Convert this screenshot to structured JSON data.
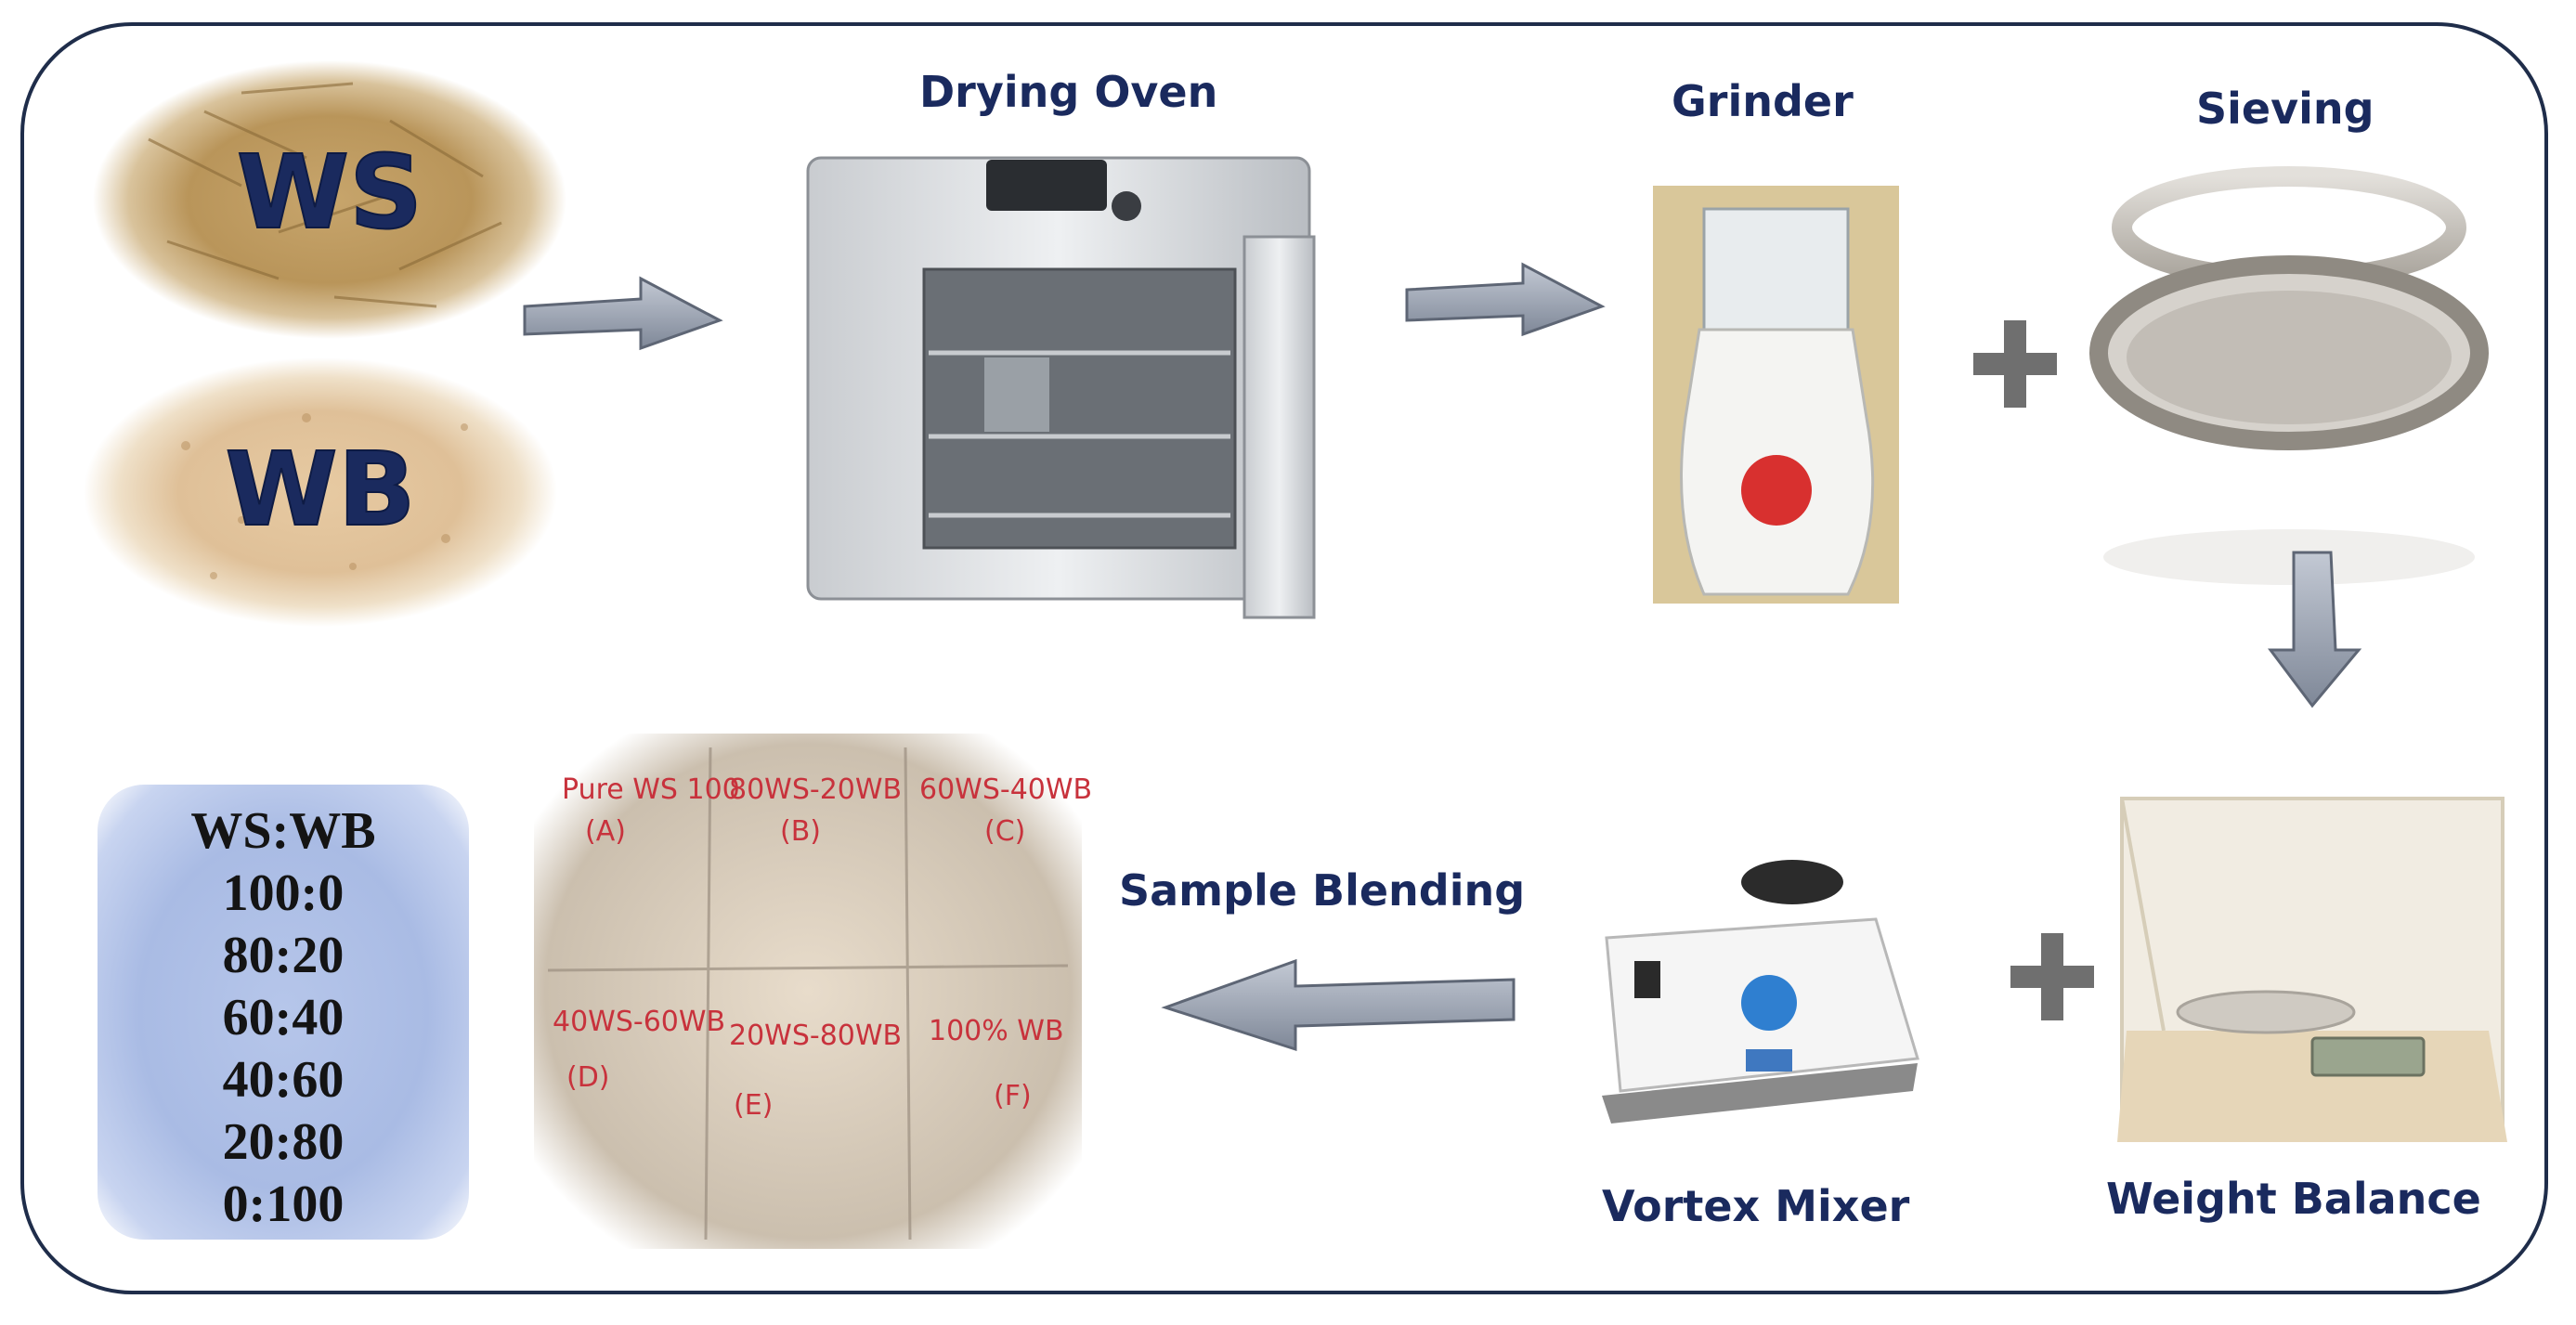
{
  "inputs": {
    "ws": "WS",
    "wb": "WB"
  },
  "steps": {
    "drying_oven": "Drying Oven",
    "grinder": "Grinder",
    "sieving": "Sieving",
    "weight_balance": "Weight Balance",
    "vortex_mixer": "Vortex Mixer",
    "sample_blending": "Sample Blending"
  },
  "ratios": {
    "header": "WS:WB",
    "values": [
      "100:0",
      "80:20",
      "60:40",
      "40:60",
      "20:80",
      "0:100"
    ]
  },
  "bags": [
    {
      "text": "Pure WS 100",
      "letter": "(A)"
    },
    {
      "text": "80WS-20WB",
      "letter": "(B)"
    },
    {
      "text": "60WS-40WB",
      "letter": "(C)"
    },
    {
      "text": "40WS-60WB",
      "letter": "(D)"
    },
    {
      "text": "20WS-80WB",
      "letter": "(E)"
    },
    {
      "text": "100% WB",
      "letter": "(F)"
    }
  ],
  "colors": {
    "title_navy": "#1a2a5e",
    "frame": "#1f2d4a",
    "ratio_box": "#a9bbe4",
    "plus": "#6f6f6f",
    "arrow": "#8e98aa",
    "marker_red": "#c8323c"
  },
  "icons": [
    "arrow-right-icon",
    "arrow-down-icon",
    "arrow-left-icon",
    "plus-icon"
  ]
}
